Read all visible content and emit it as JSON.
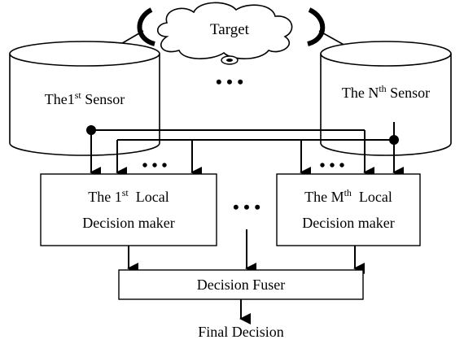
{
  "target": {
    "label": "Target"
  },
  "sensors": {
    "first": {
      "prefix": "The1",
      "sup": "st",
      "suffix": " Sensor"
    },
    "nth": {
      "prefix": "The N",
      "sup": "th",
      "suffix": " Sensor"
    }
  },
  "decision_makers": {
    "first": {
      "line1_prefix": "The 1",
      "line1_sup": "st",
      "line1_suffix": "  Local",
      "line2": "Decision maker"
    },
    "mth": {
      "line1_prefix": "The M",
      "line1_sup": "th",
      "line1_suffix": "  Local",
      "line2": "Decision maker"
    }
  },
  "fuser": {
    "label": "Decision Fuser"
  },
  "output": {
    "label": "Final Decision"
  },
  "ellipsis": "• • •"
}
